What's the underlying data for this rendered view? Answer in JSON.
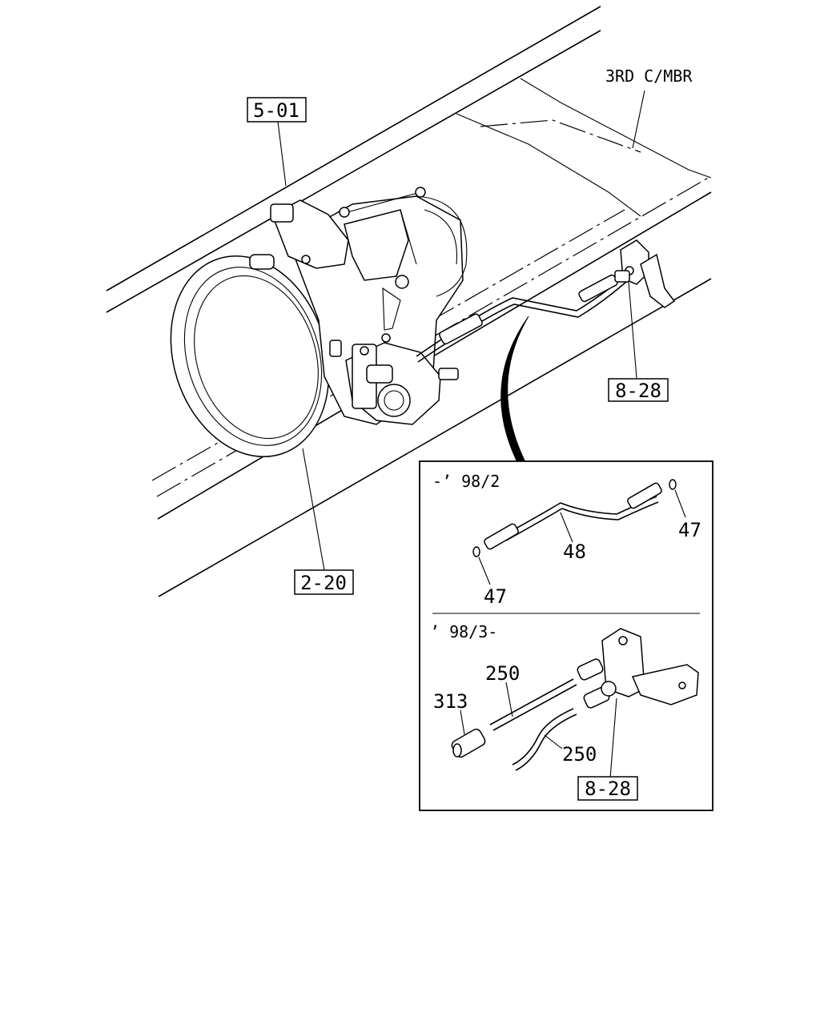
{
  "callouts": {
    "ref_5_01": "5-01",
    "third_crossmember": "3RD C/MBR",
    "ref_8_28_main": "8-28",
    "ref_2_20": "2-20"
  },
  "detail_box": {
    "section_upper": {
      "period": "-’ 98/2",
      "part_48": "48",
      "part_47_right": "47",
      "part_47_left": "47"
    },
    "section_lower": {
      "period": "’ 98/3-",
      "part_250_upper": "250",
      "part_313": "313",
      "part_250_lower": "250",
      "ref_8_28": "8-28"
    }
  }
}
